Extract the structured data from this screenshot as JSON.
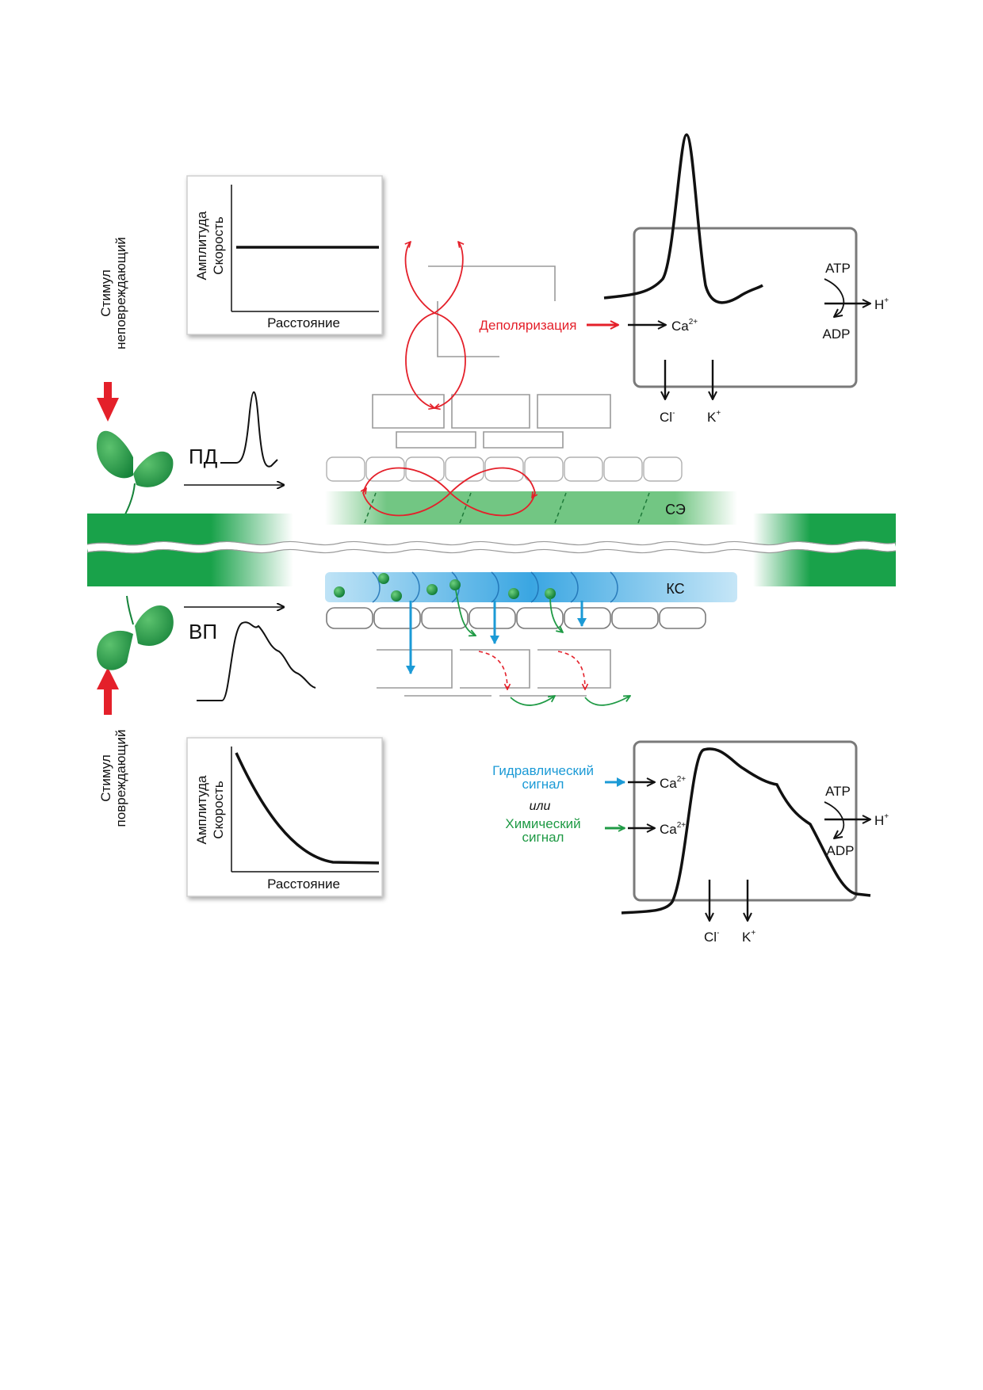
{
  "colors": {
    "stimulus_arrow": "#e4202a",
    "depolarization": "#e4202a",
    "hydraulic": "#1b9ad6",
    "chemical": "#1f9a45",
    "stem_green": "#19a24a",
    "leaf_green": "#2a9a48",
    "box_border": "#7a7a7a",
    "cell_outline": "#8c8c8c"
  },
  "top_left_plot": {
    "y_label_line1": "Амплитуда",
    "y_label_line2": "Скорость",
    "x_label": "Расстояние",
    "curve": "constant"
  },
  "bottom_left_plot": {
    "y_label_line1": "Амплитуда",
    "y_label_line2": "Скорость",
    "x_label": "Расстояние",
    "curve": "decay"
  },
  "stimuli": {
    "top_line1": "Стимул",
    "top_line2": "неповреждающий",
    "bottom_line1": "Стимул",
    "bottom_line2": "повреждающий"
  },
  "signals": {
    "pd_label": "ПД",
    "vp_label": "ВП"
  },
  "tissue": {
    "se_label": "СЭ",
    "ks_label": "КС"
  },
  "top_right_box": {
    "depolarization": "Деполяризация",
    "ca": "Ca",
    "ca_charge": "2+",
    "atp": "ATP",
    "adp": "ADP",
    "h": "H",
    "h_charge": "+",
    "cl": "Cl",
    "cl_charge": "-",
    "k": "K",
    "k_charge": "+"
  },
  "bottom_right_box": {
    "hydraulic_line1": "Гидравлический",
    "hydraulic_line2": "сигнал",
    "or": "или",
    "chemical_line1": "Химический",
    "chemical_line2": "сигнал",
    "ca": "Ca",
    "ca_charge": "2+",
    "atp": "ATP",
    "adp": "ADP",
    "h": "H",
    "h_charge": "+",
    "cl": "Cl",
    "cl_charge": "-",
    "k": "K",
    "k_charge": "+"
  }
}
